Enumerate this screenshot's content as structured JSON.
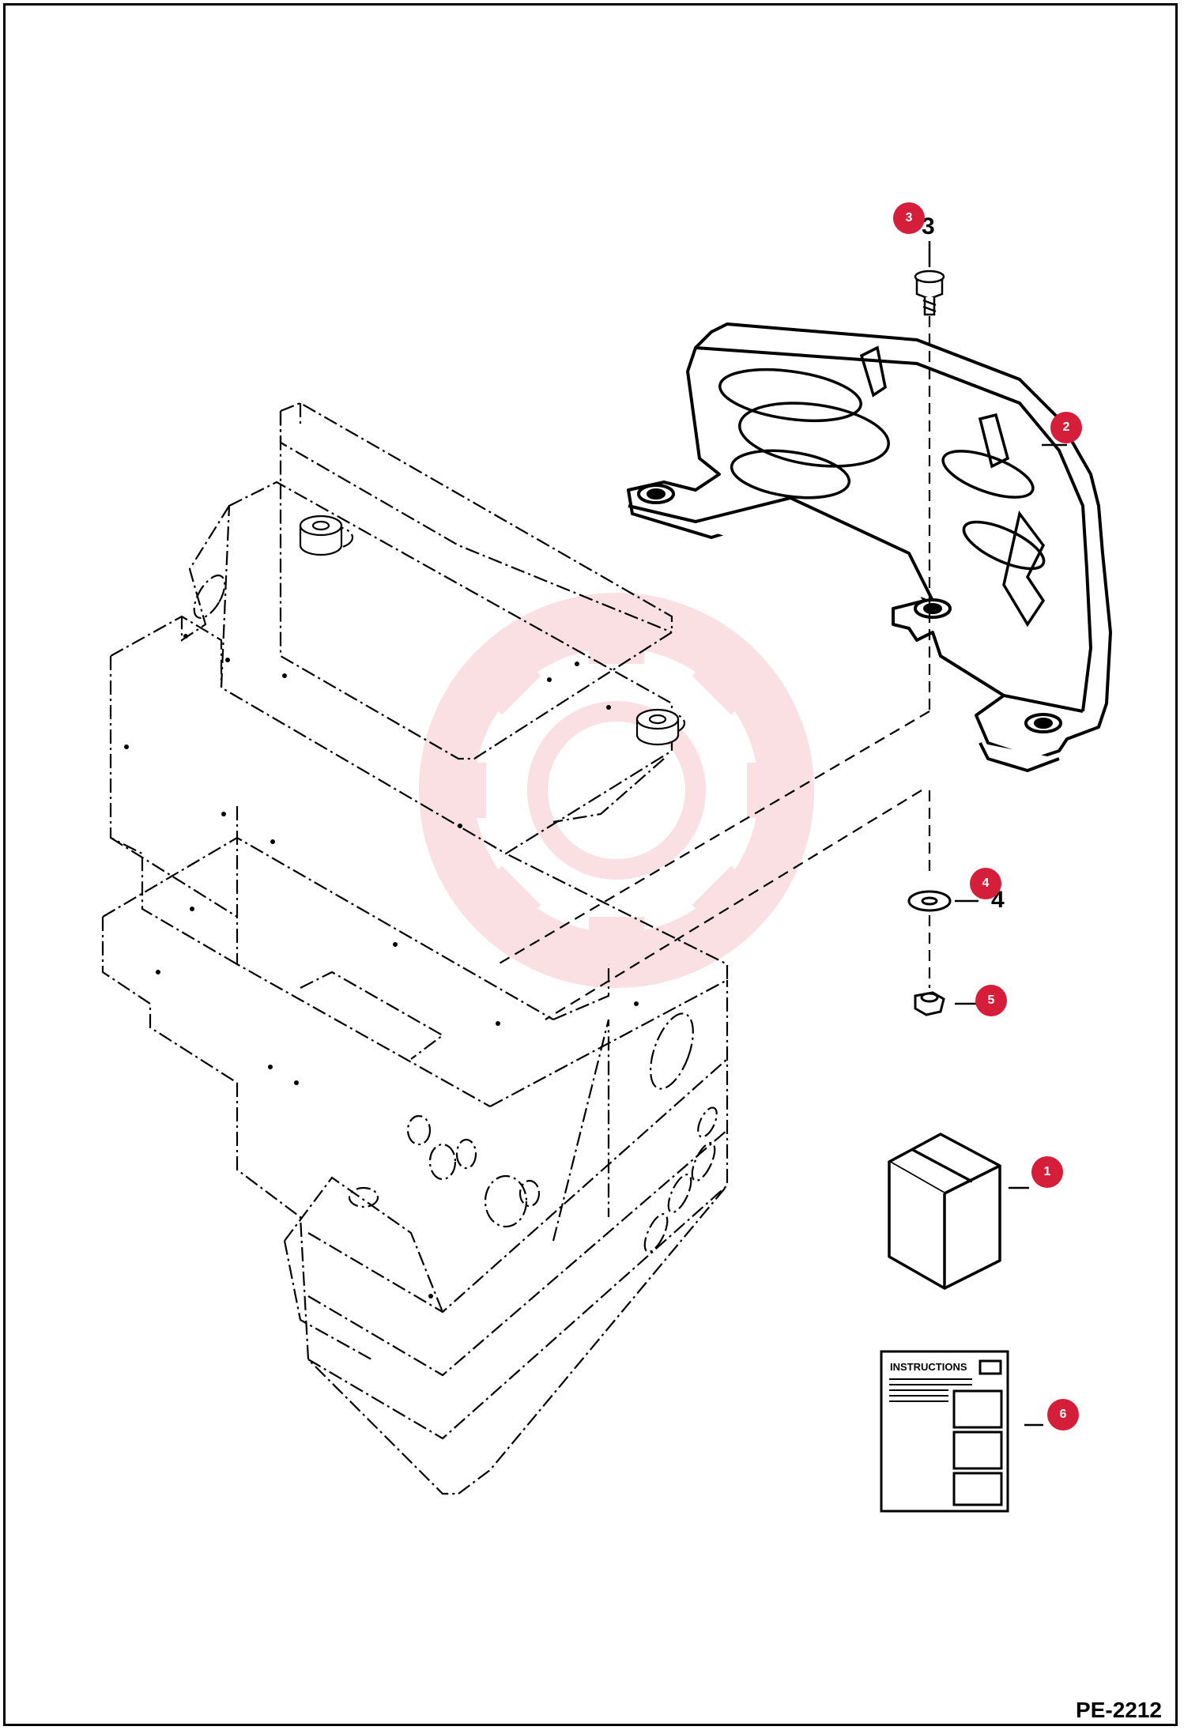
{
  "diagram": {
    "code": "PE-2212",
    "instructions_label": "INSTRUCTIONS",
    "colors": {
      "marker": "#d51f3a",
      "line": "#000000",
      "watermark": "#f6c7cc"
    },
    "parts": [
      {
        "id": "3",
        "printed": "3",
        "marker": "3"
      },
      {
        "id": "2",
        "printed": "",
        "marker": "2"
      },
      {
        "id": "4",
        "printed": "4",
        "marker": "4"
      },
      {
        "id": "5",
        "printed": "",
        "marker": "5"
      },
      {
        "id": "1",
        "printed": "",
        "marker": "1"
      },
      {
        "id": "6",
        "printed": "",
        "marker": "6"
      }
    ]
  }
}
